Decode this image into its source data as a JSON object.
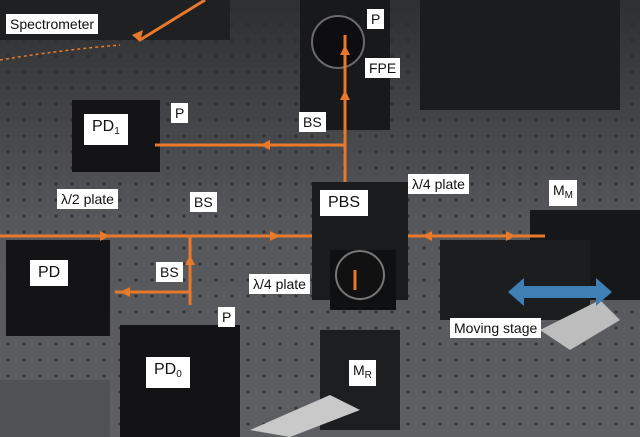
{
  "labels": {
    "spectrometer": "Spectrometer",
    "p_top": "P",
    "fpe": "FPE",
    "pd1": {
      "base": "PD",
      "sub": "1"
    },
    "p_left": "P",
    "bs_top": "BS",
    "half_wave": "λ/2 plate",
    "bs_mid": "BS",
    "pbs": "PBS",
    "quarter_right": "λ/4 plate",
    "mm": {
      "base": "M",
      "sub": "M"
    },
    "pd": "PD",
    "bs_low": "BS",
    "quarter_low": "λ/4 plate",
    "p_low": "P",
    "moving_stage": "Moving stage",
    "pd0": {
      "base": "PD",
      "sub": "0"
    },
    "mr": {
      "base": "M",
      "sub": "R"
    }
  },
  "colors": {
    "beam": "#e8792a",
    "stage_arrow": "#3f7fb4",
    "table": "#4a4b4e",
    "label_bg": "#ffffff"
  }
}
